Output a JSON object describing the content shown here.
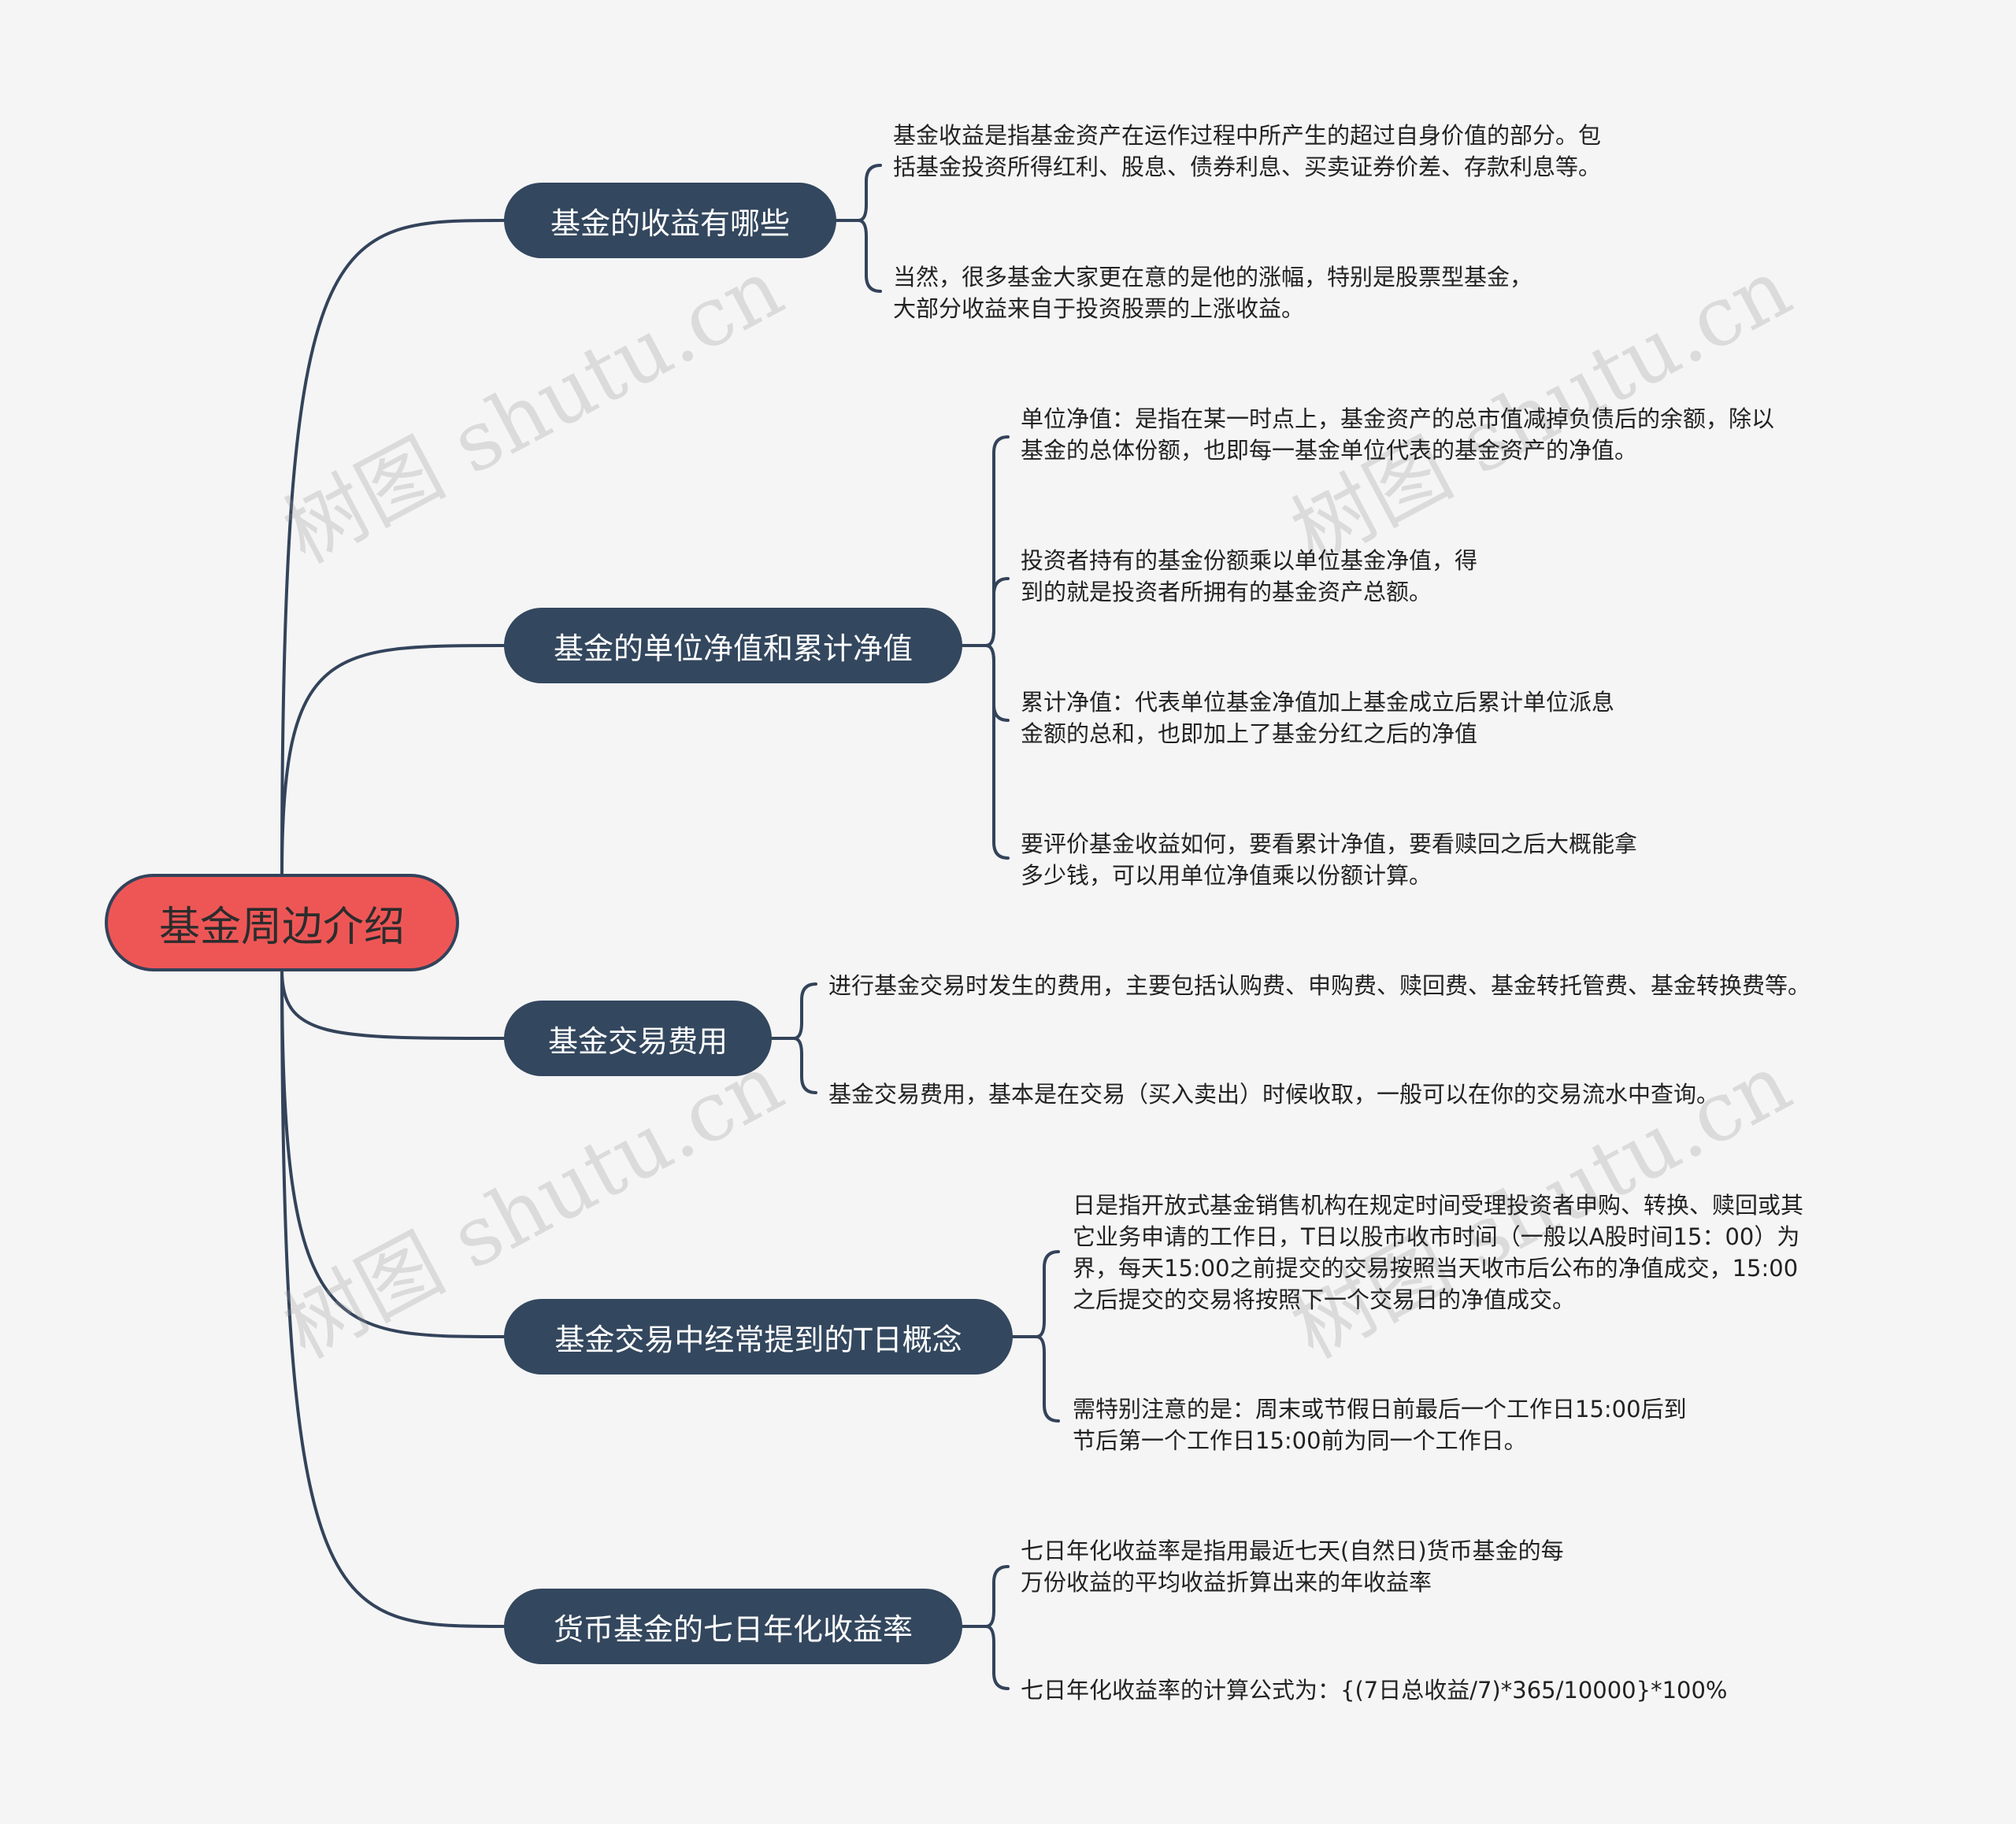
{
  "root": {
    "label": "基金周边介绍"
  },
  "branches": [
    {
      "label": "基金的收益有哪些",
      "items": [
        [
          "基金收益是指基金资产在运作过程中所产生的超过自身价值的部分。包",
          "括基金投资所得红利、股息、债券利息、买卖证券价差、存款利息等。"
        ],
        [
          "当然，很多基金大家更在意的是他的涨幅，特别是股票型基金，",
          "大部分收益来自于投资股票的上涨收益。"
        ]
      ]
    },
    {
      "label": "基金的单位净值和累计净值",
      "items": [
        [
          "单位净值：是指在某一时点上，基金资产的总市值减掉负债后的余额，除以",
          "基金的总体份额，也即每一基金单位代表的基金资产的净值。"
        ],
        [
          "投资者持有的基金份额乘以单位基金净值，得",
          "到的就是投资者所拥有的基金资产总额。"
        ],
        [
          "累计净值：代表单位基金净值加上基金成立后累计单位派息",
          "金额的总和，也即加上了基金分红之后的净值"
        ],
        [
          "要评价基金收益如何，要看累计净值，要看赎回之后大概能拿",
          "多少钱，可以用单位净值乘以份额计算。"
        ]
      ]
    },
    {
      "label": "基金交易费用",
      "items": [
        [
          "进行基金交易时发生的费用，主要包括认购费、申购费、赎回费、基金转托管费、基金转换费等。"
        ],
        [
          "基金交易费用，基本是在交易（买入卖出）时候收取，一般可以在你的交易流水中查询。"
        ]
      ]
    },
    {
      "label": "基金交易中经常提到的T日概念",
      "items": [
        [
          "日是指开放式基金销售机构在规定时间受理投资者申购、转换、赎回或其",
          "它业务申请的工作日，T日以股市收市时间（一般以A股时间15：00）为",
          "界，每天15:00之前提交的交易按照当天收市后公布的净值成交，15:00",
          "之后提交的交易将按照下一个交易日的净值成交。"
        ],
        [
          "需特别注意的是：周末或节假日前最后一个工作日15:00后到",
          "节后第一个工作日15:00前为同一个工作日。"
        ]
      ]
    },
    {
      "label": "货币基金的七日年化收益率",
      "items": [
        [
          "七日年化收益率是指用最近七天(自然日)货币基金的每",
          "万份收益的平均收益折算出来的年收益率"
        ],
        [
          "七日年化收益率的计算公式为：{(7日总收益/7)*365/10000}*100%"
        ]
      ]
    }
  ],
  "watermark": "树图 shutu.cn",
  "colors": {
    "root_fill": "#ee5656",
    "topic_fill": "#33475e",
    "line": "#33435a",
    "background": "#f5f5f6"
  }
}
